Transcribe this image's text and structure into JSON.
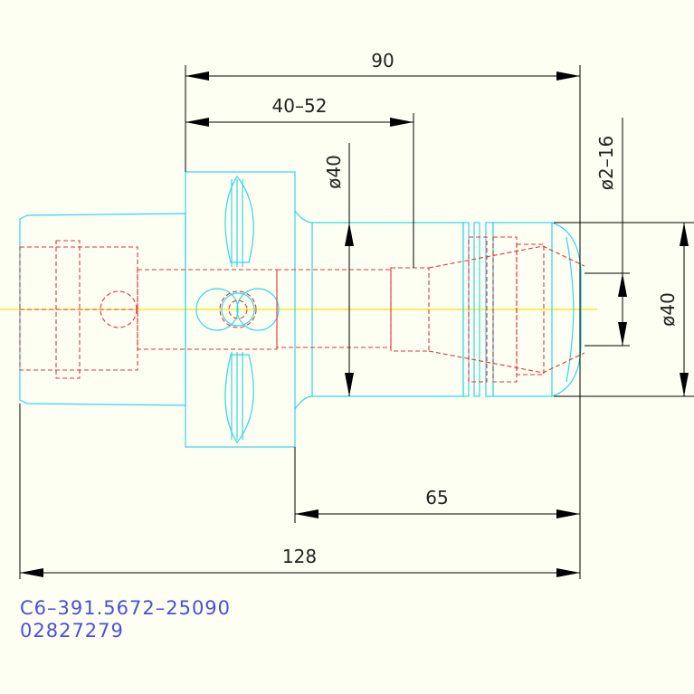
{
  "dimensions": {
    "overall_length": "128",
    "length_90": "90",
    "range_40_52": "40–52",
    "length_65": "65",
    "dia_40_left": "ø40",
    "dia_40_right": "ø40",
    "clamp_range": "ø2–16"
  },
  "caption": {
    "part_number": "C6–391.5672–25090",
    "code": "02827279"
  },
  "colors": {
    "background": "#fdfff2",
    "outline": "#33d6e8",
    "hidden_lines": "#e8323c",
    "center_line": "#f2e600",
    "dimension_lines": "#000000",
    "caption_text": "#4b4fd8"
  }
}
